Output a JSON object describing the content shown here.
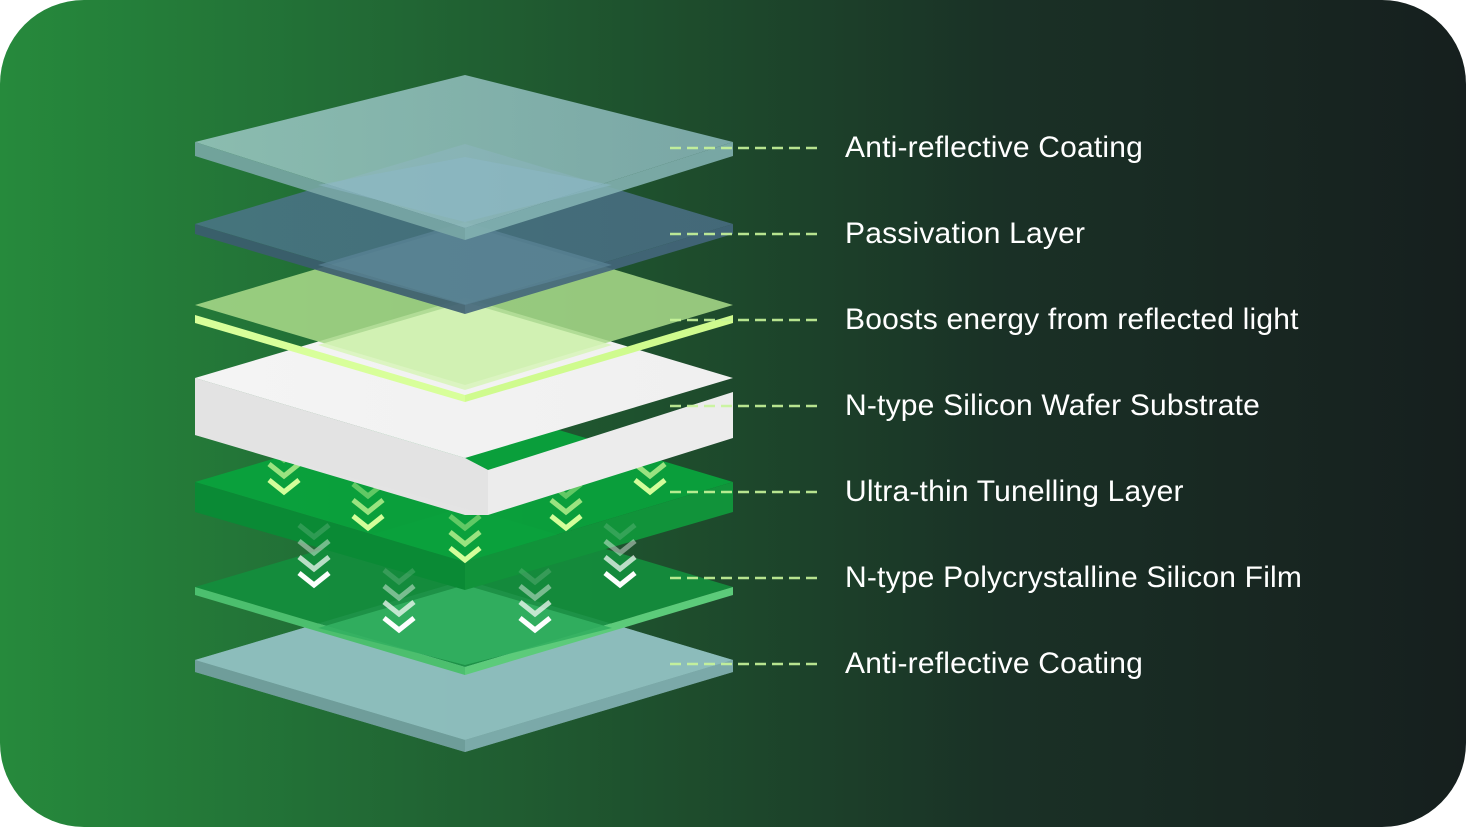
{
  "diagram": {
    "layers": [
      {
        "label": "Anti-reflective Coating",
        "color": "#8fc0c0"
      },
      {
        "label": "Passivation Layer",
        "color": "#4a6f86"
      },
      {
        "label": "Boosts energy from reflected light",
        "color": "#c4f29a"
      },
      {
        "label": "N-type Silicon Wafer Substrate",
        "color": "#ececec"
      },
      {
        "label": "Ultra-thin Tunelling Layer",
        "color": "#0aa23c"
      },
      {
        "label": "N-type Polycrystalline Silicon Film",
        "color": "#109a40"
      },
      {
        "label": "Anti-reflective Coating",
        "color": "#8fc0c0"
      }
    ],
    "leader_line_color": "#c8f59a",
    "arrow_color": "#d6ff9c"
  }
}
